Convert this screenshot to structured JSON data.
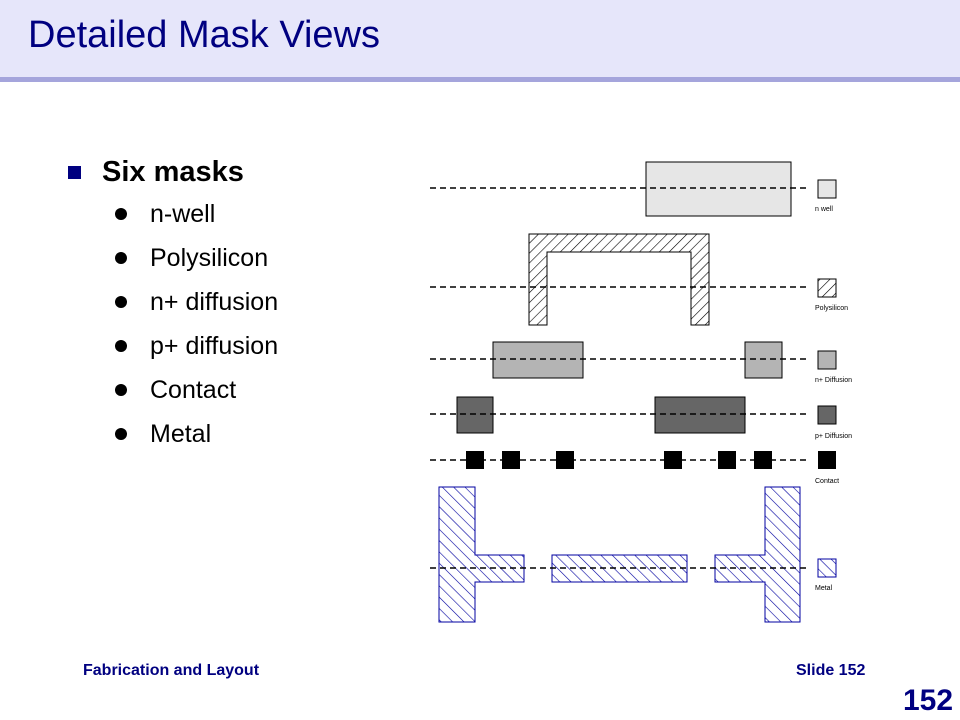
{
  "slide": {
    "title": "Detailed Mask Views",
    "main_bullet": "Six masks",
    "sub_bullets": [
      "n-well",
      "Polysilicon",
      "n+ diffusion",
      "p+ diffusion",
      "Contact",
      "Metal"
    ]
  },
  "legend": {
    "nwell": "n well",
    "poly": "Polysilicon",
    "ndiff": "n+ Diffusion",
    "pdiff": "p+ Diffusion",
    "contact": "Contact",
    "metal": "Metal"
  },
  "colors": {
    "title_text": "#000080",
    "title_bg": "#e6e6fa",
    "title_border": "#a5a5dc",
    "nwell_fill": "#e6e6e6",
    "ndiff_fill": "#b4b4b4",
    "pdiff_fill": "#666666",
    "contact_fill": "#000000",
    "metal_stroke": "#0000a0"
  },
  "footer": {
    "left": "Fabrication and Layout",
    "right": "Slide 152",
    "page_number": "152"
  }
}
